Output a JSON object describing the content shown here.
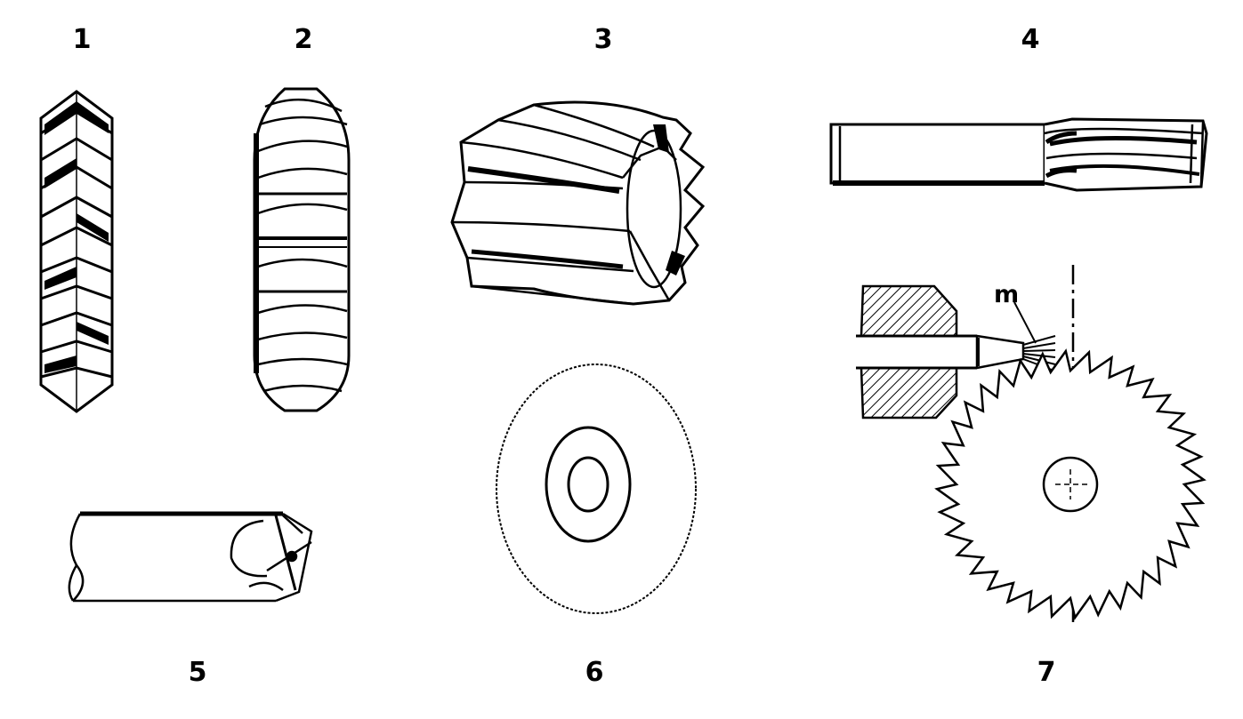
{
  "labels": {
    "tool1": "1",
    "tool2": "2",
    "tool3": "3",
    "tool4": "4",
    "tool5": "5",
    "tool6": "6",
    "tool7": "7",
    "grinding_point": "m"
  },
  "colors": {
    "ink": "#000000",
    "paper": "#ffffff"
  },
  "saw_teeth": 36
}
